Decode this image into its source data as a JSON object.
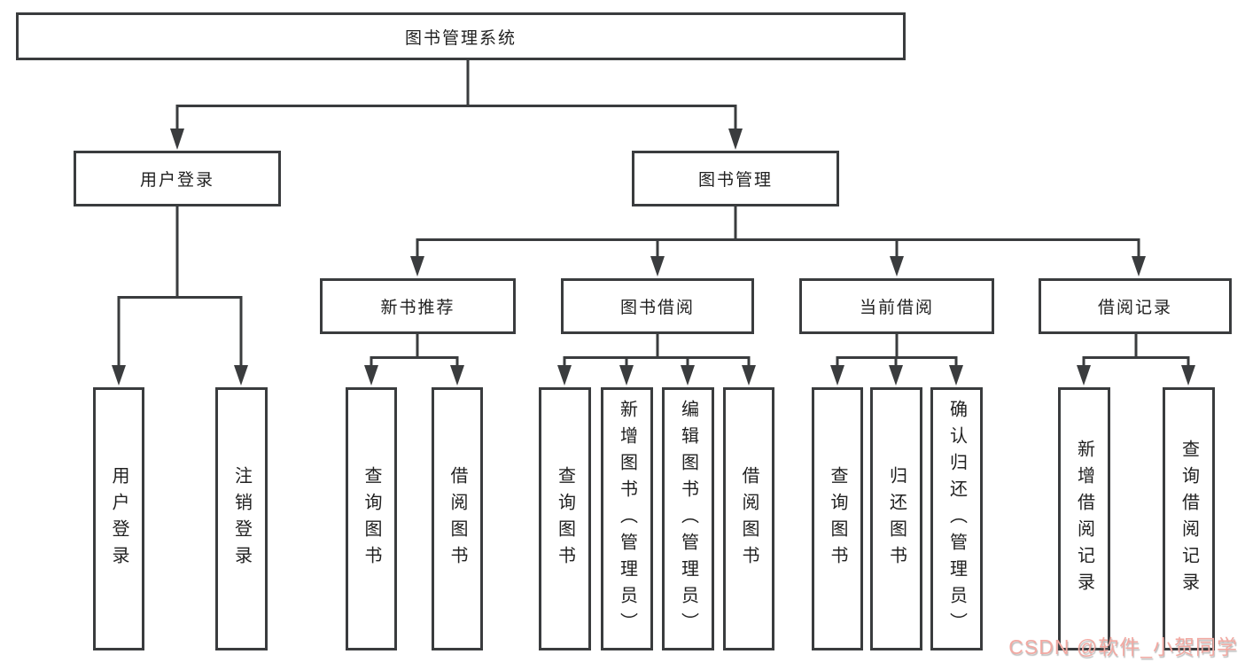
{
  "diagram": {
    "root": {
      "label": "图书管理系统"
    },
    "user_branch": {
      "label": "用户登录",
      "children": [
        {
          "label": "用户登录"
        },
        {
          "label": "注销登录"
        }
      ]
    },
    "management_branch": {
      "label": "图书管理",
      "sections": [
        {
          "label": "新书推荐",
          "children": [
            {
              "label": "查询图书"
            },
            {
              "label": "借阅图书"
            }
          ]
        },
        {
          "label": "图书借阅",
          "children": [
            {
              "label": "查询图书"
            },
            {
              "label": "新增图书（管理员）"
            },
            {
              "label": "编辑图书（管理员）"
            },
            {
              "label": "借阅图书"
            }
          ]
        },
        {
          "label": "当前借阅",
          "children": [
            {
              "label": "查询图书"
            },
            {
              "label": "归还图书"
            },
            {
              "label": "确认归还（管理员）"
            }
          ]
        },
        {
          "label": "借阅记录",
          "children": [
            {
              "label": "新增借阅记录"
            },
            {
              "label": "查询借阅记录"
            }
          ]
        }
      ]
    }
  },
  "watermark": {
    "text": "CSDN @软件_小贺同学"
  },
  "colors": {
    "line": "#3a3c3e",
    "text": "#212121",
    "background": "#ffffff",
    "watermark": "#f2a9a2"
  }
}
